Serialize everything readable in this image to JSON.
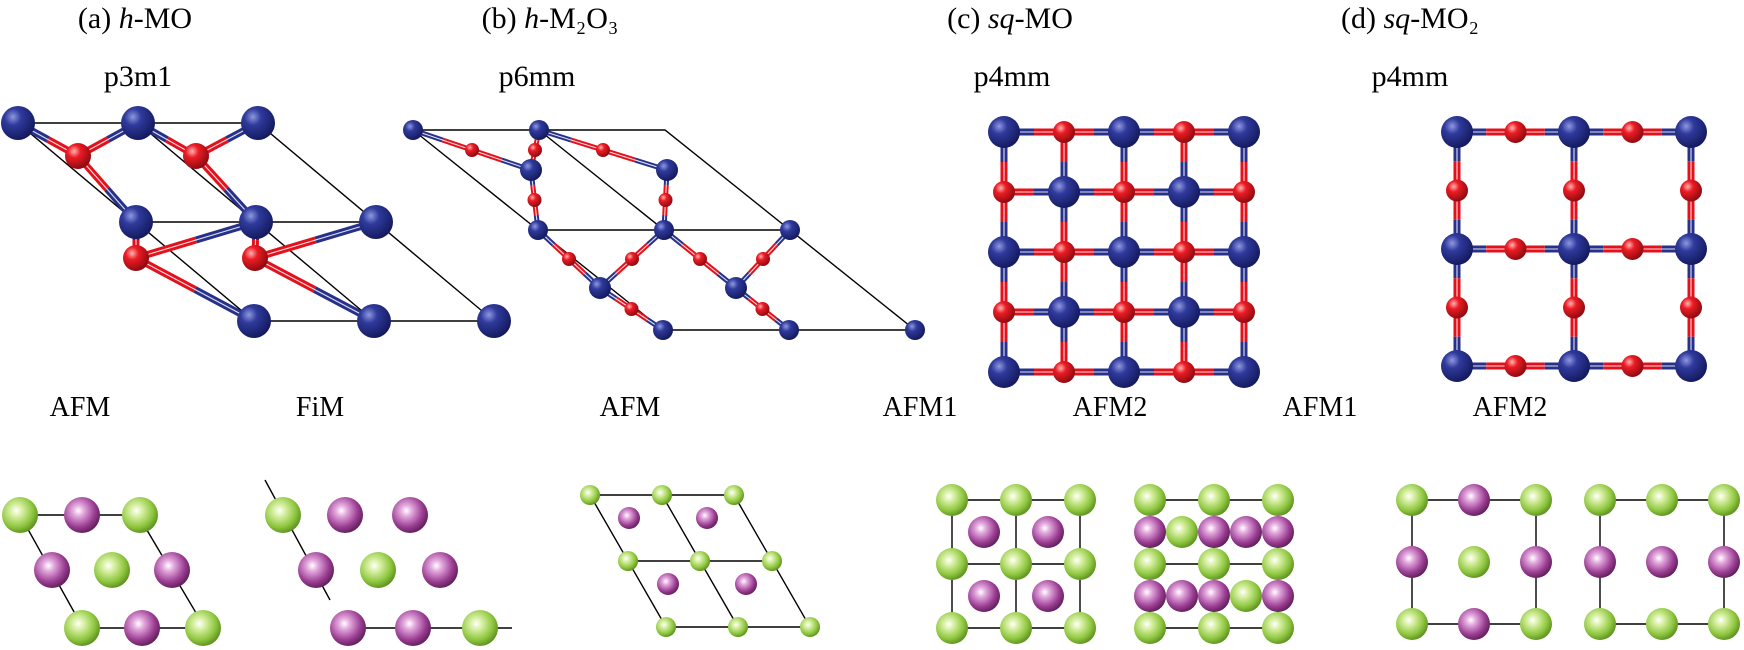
{
  "panels": [
    {
      "letter": "(a)",
      "prefix": "h",
      "formula": "-MO",
      "group": "p3m1",
      "magnetic": [
        {
          "label": "AFM"
        },
        {
          "label": "FiM"
        }
      ]
    },
    {
      "letter": "(b)",
      "prefix": "h",
      "formula": "-M₂O₃",
      "group": "p6mm",
      "magnetic": [
        {
          "label": "AFM"
        }
      ]
    },
    {
      "letter": "(c)",
      "prefix": "sq",
      "formula": "-MO",
      "group": "p4mm",
      "magnetic": [
        {
          "label": "AFM1"
        },
        {
          "label": "AFM2"
        }
      ]
    },
    {
      "letter": "(d)",
      "prefix": "sq",
      "formula": "-MO₂",
      "group": "p4mm",
      "magnetic": [
        {
          "label": "AFM1"
        },
        {
          "label": "AFM2"
        }
      ]
    }
  ],
  "colors": {
    "metal_atom": "#27318a",
    "oxygen_atom": "#e3111c",
    "spin_up": "#9fd24f",
    "spin_down": "#a0499a"
  }
}
